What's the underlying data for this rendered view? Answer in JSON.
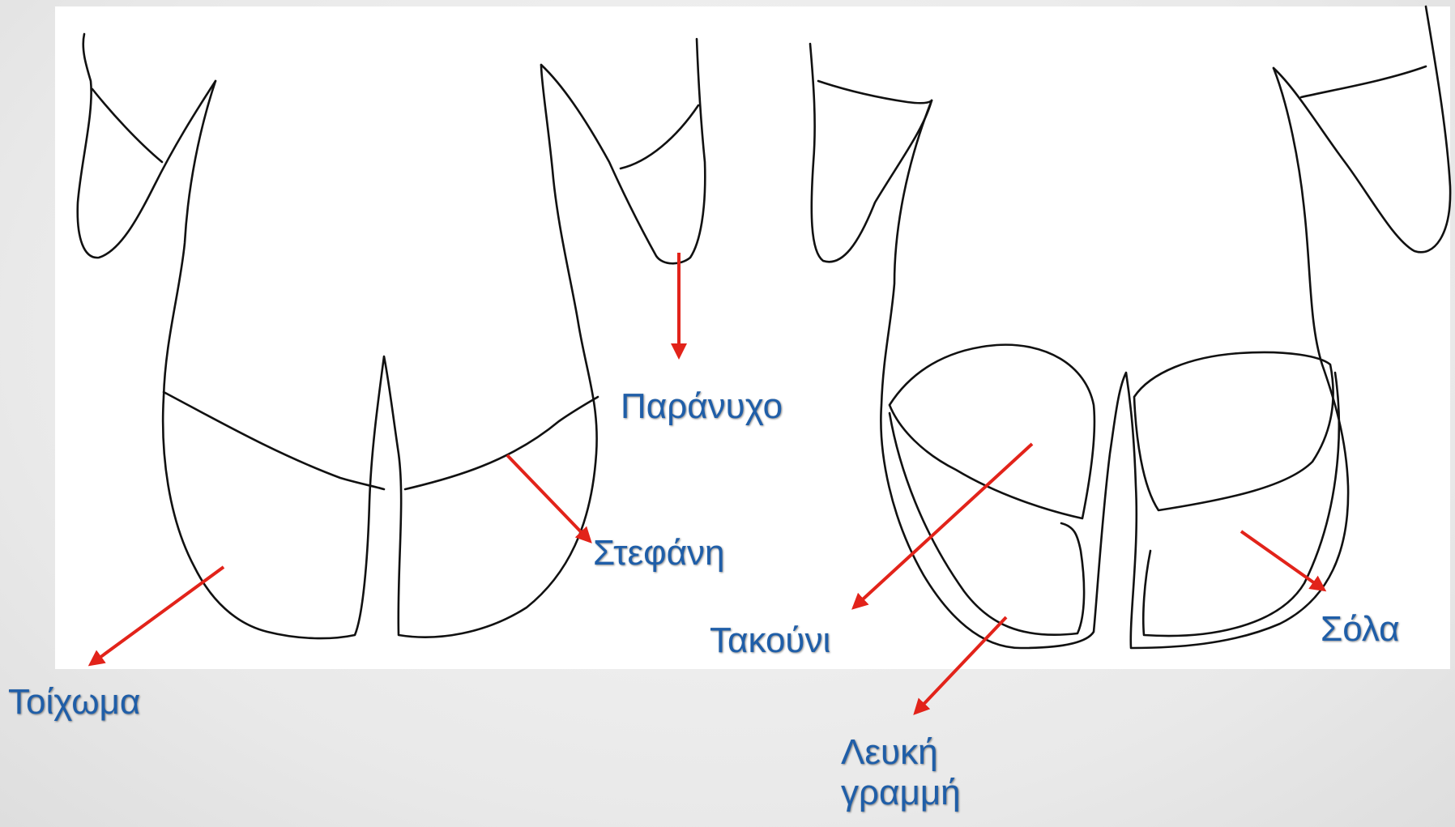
{
  "labels": {
    "coronet": "Παράνυχο",
    "coronary_band": "Στεφάνη",
    "wall": "Τοίχωμα",
    "heel": "Τακούνι",
    "sole": "Σόλα",
    "white_line": "Λευκή γραμμή"
  },
  "colors": {
    "label_text": "#1f5ea8",
    "arrow": "#e2231a",
    "outline": "#111111",
    "panel": "#ffffff"
  }
}
